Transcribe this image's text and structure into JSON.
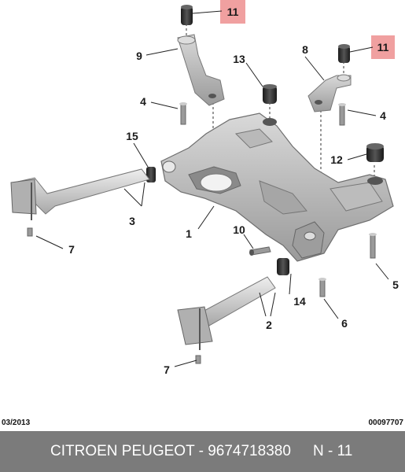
{
  "callouts": {
    "c11a": "11",
    "c11b": "11",
    "c9": "9",
    "c8": "8",
    "c13": "13",
    "c4a": "4",
    "c4b": "4",
    "c15": "15",
    "c12": "12",
    "c3": "3",
    "c1": "1",
    "c10": "10",
    "c7a": "7",
    "c7b": "7",
    "c5": "5",
    "c14": "14",
    "c6": "6",
    "c2": "2"
  },
  "highlight_color": "#f0a0a0",
  "footer": {
    "date": "03/2013",
    "code": "00097707",
    "reference": "CITROEN PEUGEOT - 9674718380",
    "page": "N - 11"
  }
}
